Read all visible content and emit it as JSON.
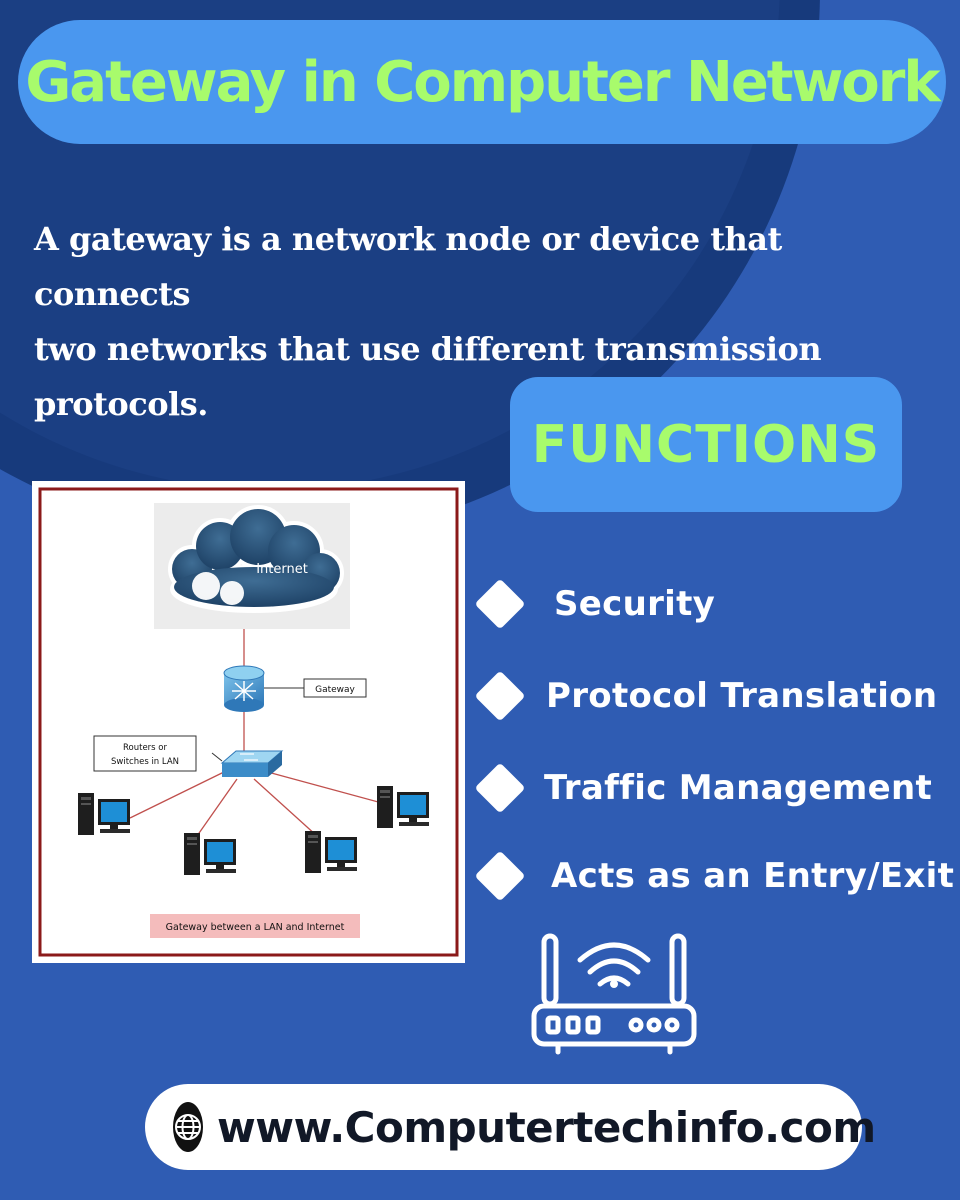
{
  "header": {
    "title": "Gateway in Computer Network"
  },
  "description": {
    "line1": "A gateway is a network node or device that connects",
    "line2": "two networks that use different transmission protocols."
  },
  "functions": {
    "heading": "FUNCTIONS",
    "items": [
      {
        "label": "Security"
      },
      {
        "label": "Protocol Translation"
      },
      {
        "label": "Traffic Management"
      },
      {
        "label": "Acts as an Entry/Exit"
      }
    ]
  },
  "diagram": {
    "cloud_label": "Internet",
    "gateway_label": "Gateway",
    "switch_label_line1": "Routers or",
    "switch_label_line2": "Switches in LAN",
    "caption": "Gateway between a LAN and Internet"
  },
  "footer": {
    "url": "www.Computertechinfo.com",
    "icon": "globe-icon"
  },
  "colors": {
    "background": "#2f5cb3",
    "dark_circle": "#1b3f83",
    "pill_blue": "#4a97ef",
    "title_green": "#a8fb6c",
    "frame_red": "#8b1a1a"
  }
}
